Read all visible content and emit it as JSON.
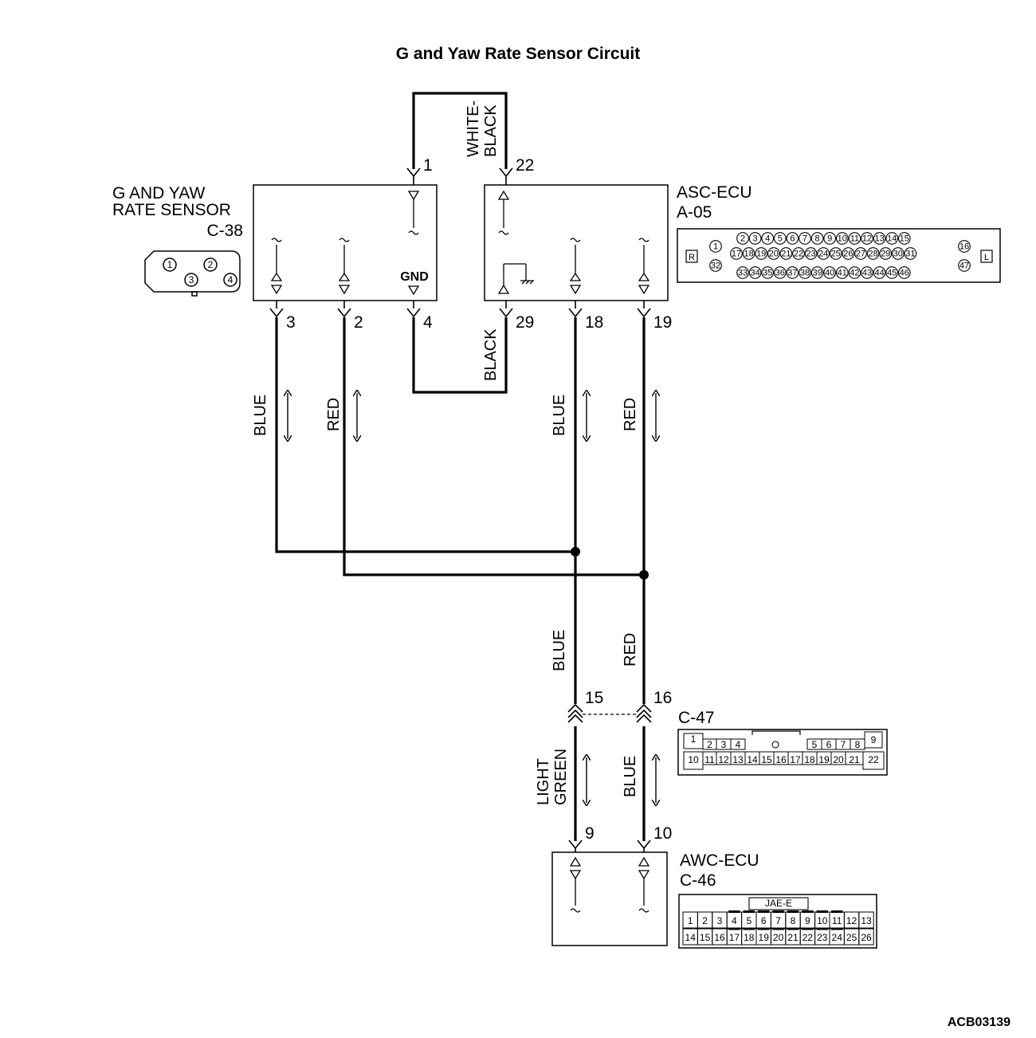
{
  "title": "G and Yaw Rate Sensor Circuit",
  "figure_ref": "ACB03139",
  "components": {
    "sensor": {
      "name_line1": "G AND YAW",
      "name_line2": "RATE SENSOR",
      "connector": "C-38",
      "gnd_label": "GND",
      "face_pins": [
        "1",
        "2",
        "3",
        "4"
      ]
    },
    "asc_ecu": {
      "name": "ASC-ECU",
      "connector": "A-05",
      "face_side_left": "R",
      "face_side_right": "L"
    },
    "c47": {
      "connector": "C-47"
    },
    "awc_ecu": {
      "name": "AWC-ECU",
      "connector": "C-46",
      "face_header": "JAE-E"
    }
  },
  "pins": {
    "sensor_1": "1",
    "sensor_3": "3",
    "sensor_2": "2",
    "sensor_4": "4",
    "asc_22": "22",
    "asc_29": "29",
    "asc_18": "18",
    "asc_19": "19",
    "c47_15": "15",
    "c47_16": "16",
    "awc_9": "9",
    "awc_10": "10"
  },
  "wires": {
    "white_black_1": "WHITE-",
    "white_black_2": "BLACK",
    "black": "BLACK",
    "blue_a": "BLUE",
    "red_a": "RED",
    "blue_b": "BLUE",
    "red_b": "RED",
    "blue_c": "BLUE",
    "red_c": "RED",
    "light_green_1": "LIGHT",
    "light_green_2": "GREEN",
    "blue_d": "BLUE"
  },
  "asc_face": {
    "row1": [
      "2",
      "3",
      "4",
      "5",
      "6",
      "7",
      "8",
      "9",
      "10",
      "11",
      "12",
      "13",
      "14",
      "15"
    ],
    "row2": [
      "17",
      "18",
      "19",
      "20",
      "21",
      "22",
      "23",
      "24",
      "25",
      "26",
      "27",
      "28",
      "29",
      "30",
      "31"
    ],
    "row3": [
      "33",
      "34",
      "35",
      "36",
      "37",
      "38",
      "39",
      "40",
      "41",
      "42",
      "43",
      "44",
      "45",
      "46"
    ],
    "left_top": "1",
    "left_bottom": "32",
    "right_top": "16",
    "right_bottom": "47"
  },
  "c47_face": {
    "row1": [
      "1",
      "2",
      "3",
      "4",
      "",
      "",
      "5",
      "6",
      "7",
      "8",
      "9"
    ],
    "row2": [
      "10",
      "11",
      "12",
      "13",
      "14",
      "15",
      "16",
      "17",
      "18",
      "19",
      "20",
      "21",
      "22"
    ]
  },
  "awc_face": {
    "row1": [
      "1",
      "2",
      "3",
      "4",
      "5",
      "6",
      "7",
      "8",
      "9",
      "10",
      "11",
      "12",
      "13"
    ],
    "row2": [
      "14",
      "15",
      "16",
      "17",
      "18",
      "19",
      "20",
      "21",
      "22",
      "23",
      "24",
      "25",
      "26"
    ]
  }
}
